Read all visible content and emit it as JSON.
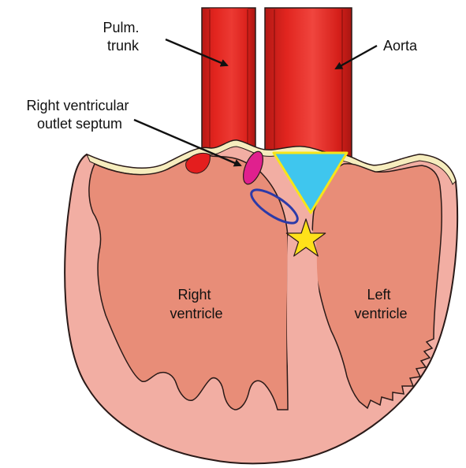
{
  "labels": {
    "pulm_trunk": [
      "Pulm.",
      "trunk"
    ],
    "aorta": "Aorta",
    "rv_outlet_septum": [
      "Right ventricular",
      "outlet septum"
    ],
    "right_ventricle": [
      "Right",
      "ventricle"
    ],
    "left_ventricle": [
      "Left",
      "ventricle"
    ]
  },
  "colors": {
    "heart_outer": "#f2aea3",
    "heart_outline": "#2a1a18",
    "ventricle_cavity": "#e88d78",
    "vessel_red": "#e1251f",
    "vessel_dark": "#b61b17",
    "vessel_light": "#f04a43",
    "valve_cream": "#f6edbe",
    "triangle_fill": "#3fc6ee",
    "triangle_stroke": "#f6e51a",
    "star_fill": "#ffe11a",
    "septum_magenta": "#e0208e",
    "ellipse_blue": "#2c3aa8",
    "red_dot": "#e41e1e"
  },
  "icons": {
    "star": "star-icon"
  }
}
